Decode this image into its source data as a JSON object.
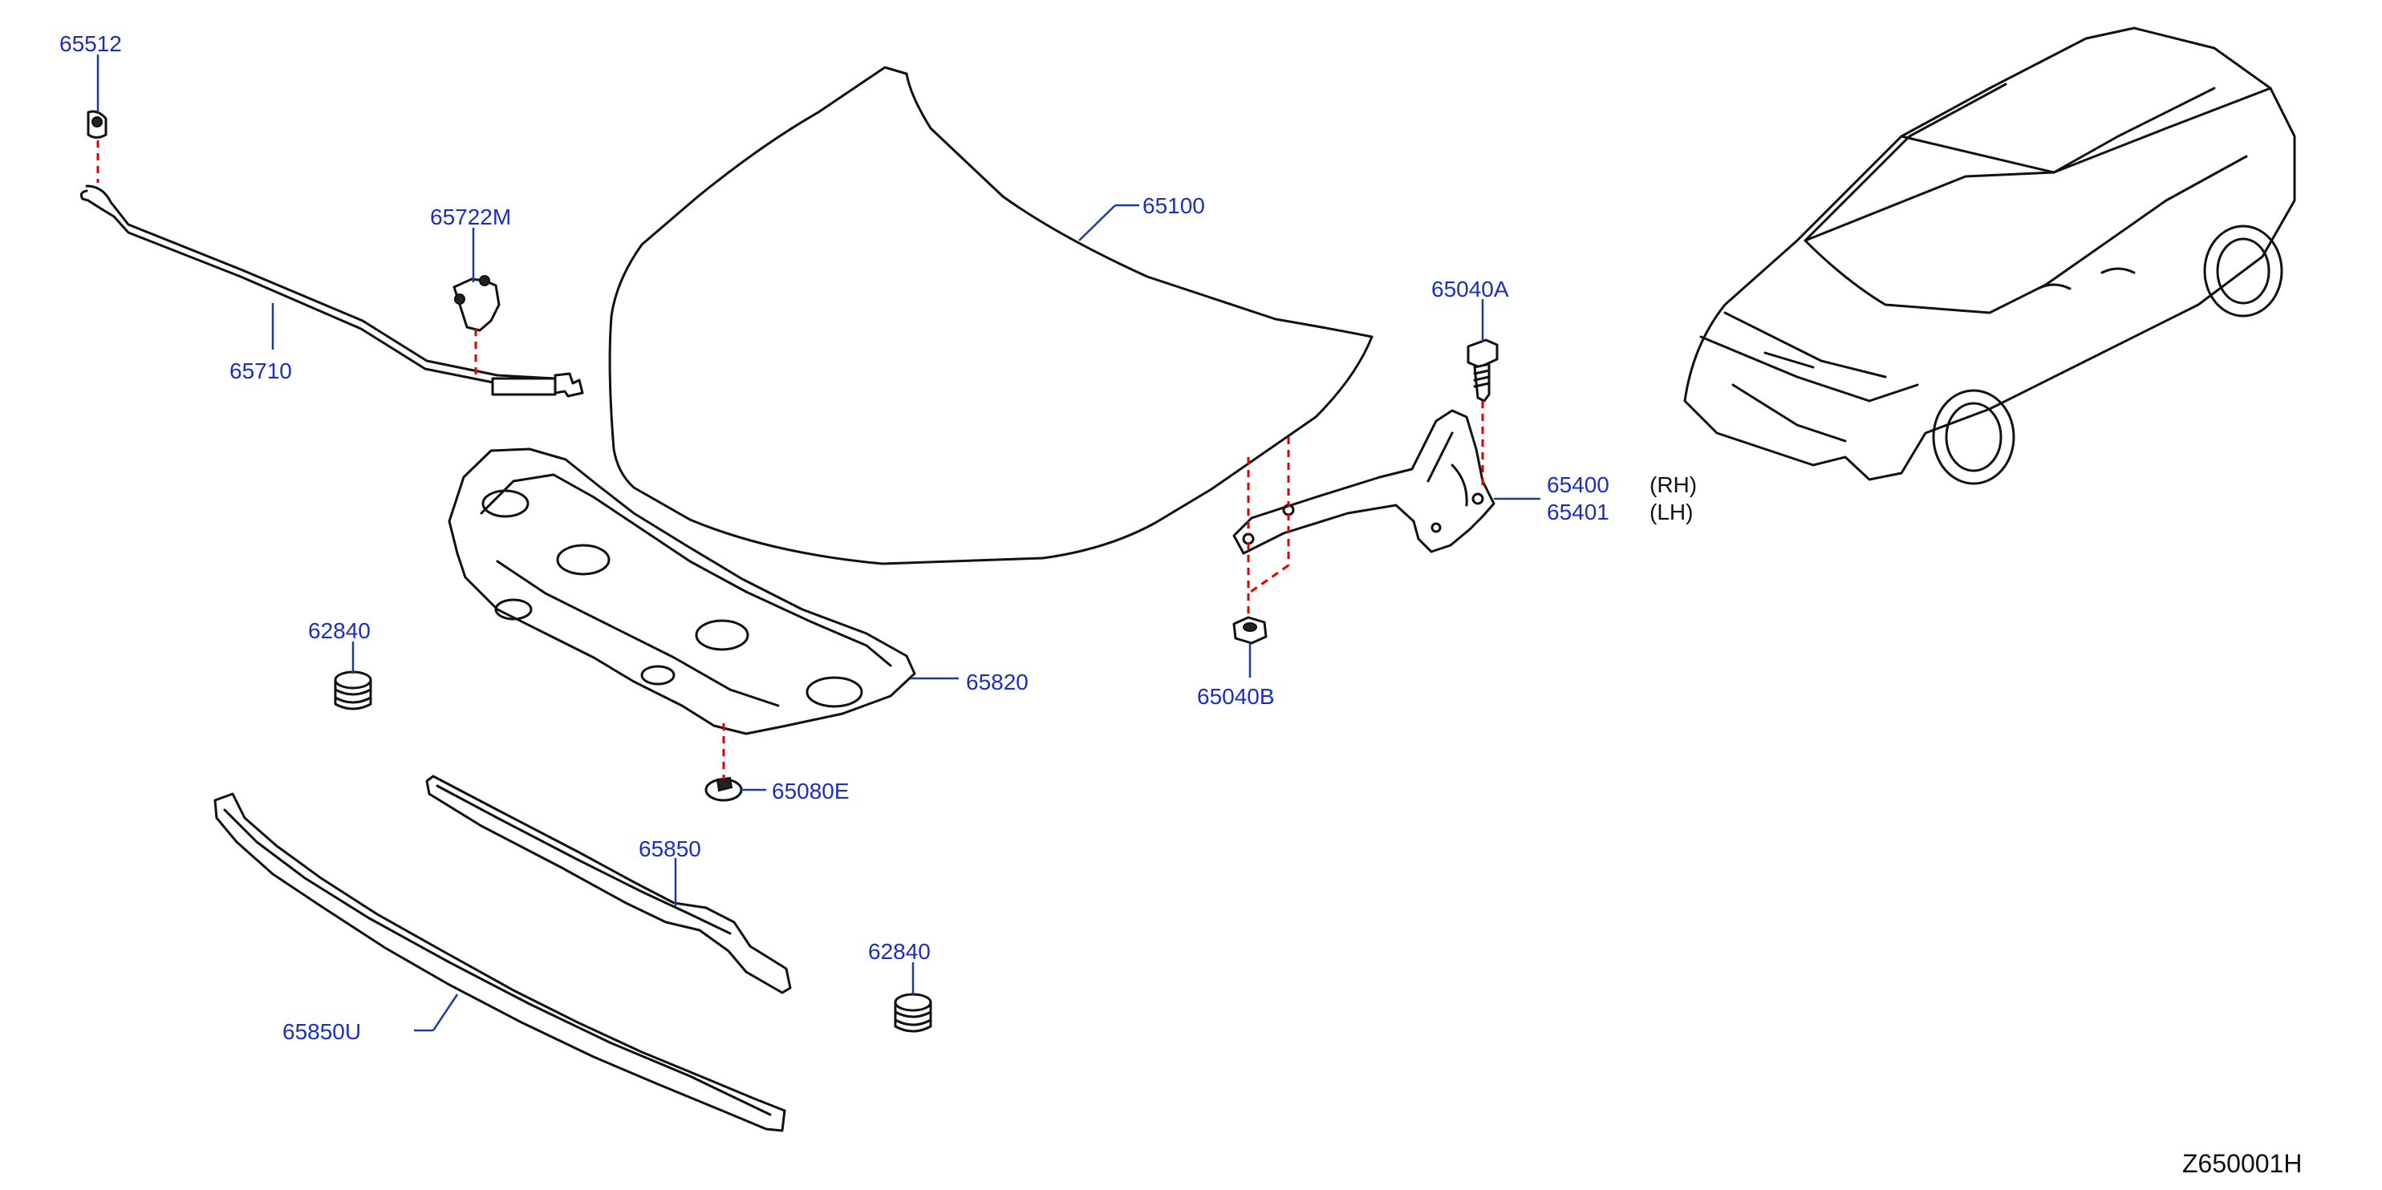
{
  "callouts": {
    "p65512": "65512",
    "p65722m": "65722M",
    "p65710": "65710",
    "p65100": "65100",
    "p65040a": "65040A",
    "p65400": "65400",
    "p65401": "65401",
    "p65040b": "65040B",
    "p62840_top": "62840",
    "p65820": "65820",
    "p65080e": "65080E",
    "p65850": "65850",
    "p62840_bottom": "62840",
    "p65850u": "65850U"
  },
  "side_notes": {
    "rh": "(RH)",
    "lh": "(LH)"
  },
  "diagram_ref": "Z650001H",
  "colors": {
    "callout_text": "#1a2fc0",
    "leader_line": "#1a3aa8",
    "mount_line": "#e00000",
    "part_line": "#111111"
  }
}
